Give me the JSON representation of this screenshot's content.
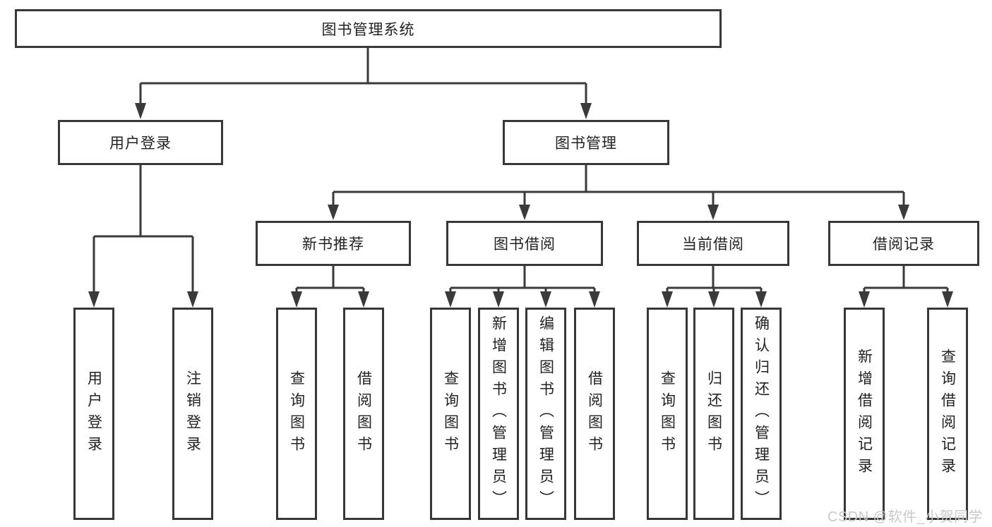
{
  "diagram": {
    "root": {
      "label": "图书管理系统"
    },
    "branches": [
      {
        "label": "用户登录",
        "children": [
          {
            "label": "用户登录"
          },
          {
            "label": "注销登录"
          }
        ]
      },
      {
        "label": "图书管理",
        "groups": [
          {
            "label": "新书推荐",
            "children": [
              {
                "label": "查询图书"
              },
              {
                "label": "借阅图书"
              }
            ]
          },
          {
            "label": "图书借阅",
            "children": [
              {
                "label": "查询图书"
              },
              {
                "label": "新增图书（管理员）"
              },
              {
                "label": "编辑图书（管理员）"
              },
              {
                "label": "借阅图书"
              }
            ]
          },
          {
            "label": "当前借阅",
            "children": [
              {
                "label": "查询图书"
              },
              {
                "label": "归还图书"
              },
              {
                "label": "确认归还（管理员）"
              }
            ]
          },
          {
            "label": "借阅记录",
            "children": [
              {
                "label": "新增借阅记录"
              },
              {
                "label": "查询借阅记录"
              }
            ]
          }
        ]
      }
    ],
    "line_color": "#3a3a3a"
  },
  "watermark": {
    "text": "CSDN @软件_小贺同学",
    "color": "#c6cacf"
  }
}
